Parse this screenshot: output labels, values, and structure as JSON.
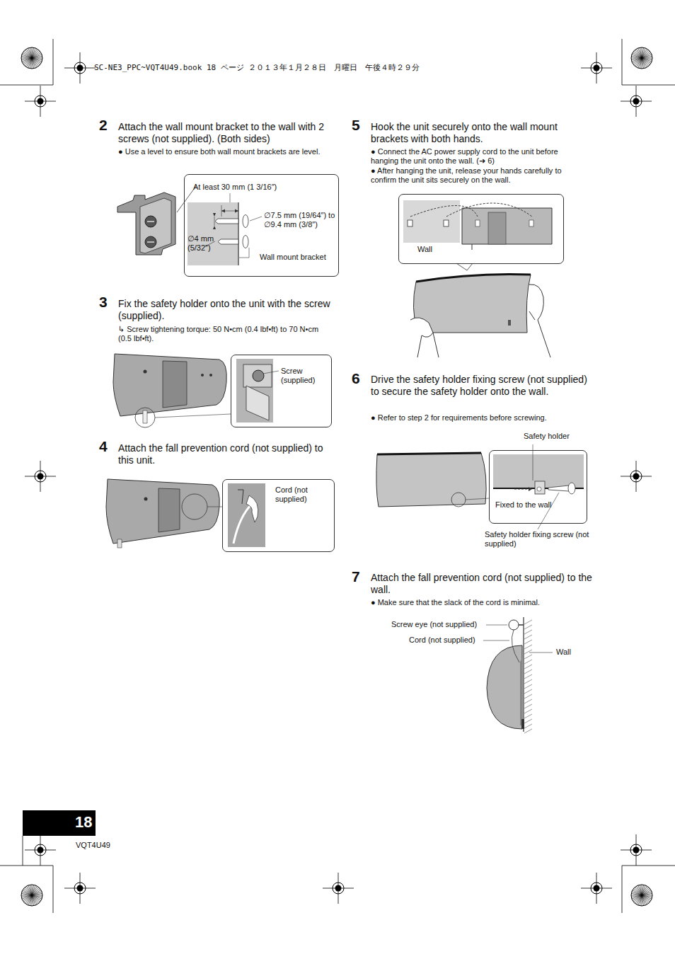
{
  "diagram": {
    "nodes": [
      {
        "text": [
          "At least 30 mm (1 3/16″)",
          "∅7.5 mm (19/64″) to ∅9.4 mm (3/8″)",
          "∅4 mm (5/32″)",
          "Wall mount bracket"
        ]
      },
      {
        "text": [
          "Screw (supplied)"
        ]
      },
      {
        "text": [
          "Cord (not supplied)"
        ]
      },
      {
        "text": [
          "Wall"
        ]
      },
      {
        "text": [
          "Fixed to the wall"
        ]
      }
    ],
    "labels": [
      "SC-NE3_PPC~VQT4U49.book  18 ページ  ２０１３年１月２８日　月曜日　午後４時２９分",
      "2",
      "Attach the wall mount bracket to the wall with 2 screws (not supplied). (Both sides)",
      "● Use a level to ensure both wall mount brackets are level.",
      "3",
      "Fix the safety holder onto the unit with the screw (supplied).",
      "↳ Screw tightening torque: 50 N•cm (0.4 lbf•ft) to 70 N•cm (0.5 lbf•ft).",
      "4",
      "Attach the fall prevention cord (not supplied) to this unit.",
      "5",
      "Hook the unit securely onto the wall mount brackets with both hands.",
      "● Connect the AC power supply cord to the unit before hanging the unit onto the wall. (➜ 6)",
      "● After hanging the unit, release your hands carefully to confirm the unit sits securely on the wall.",
      "6",
      "Drive the safety holder fixing screw (not supplied) to secure the safety holder onto the wall.",
      "● Refer to step 2 for requirements before screwing.",
      "Safety holder",
      "Safety holder fixing screw (not supplied)",
      "7",
      "Attach the fall prevention cord (not supplied) to the wall.",
      "● Make sure that the slack of the cord is minimal.",
      "Screw eye (not supplied)",
      "Cord (not supplied)",
      "Wall",
      "18",
      "VQT4U49"
    ]
  }
}
